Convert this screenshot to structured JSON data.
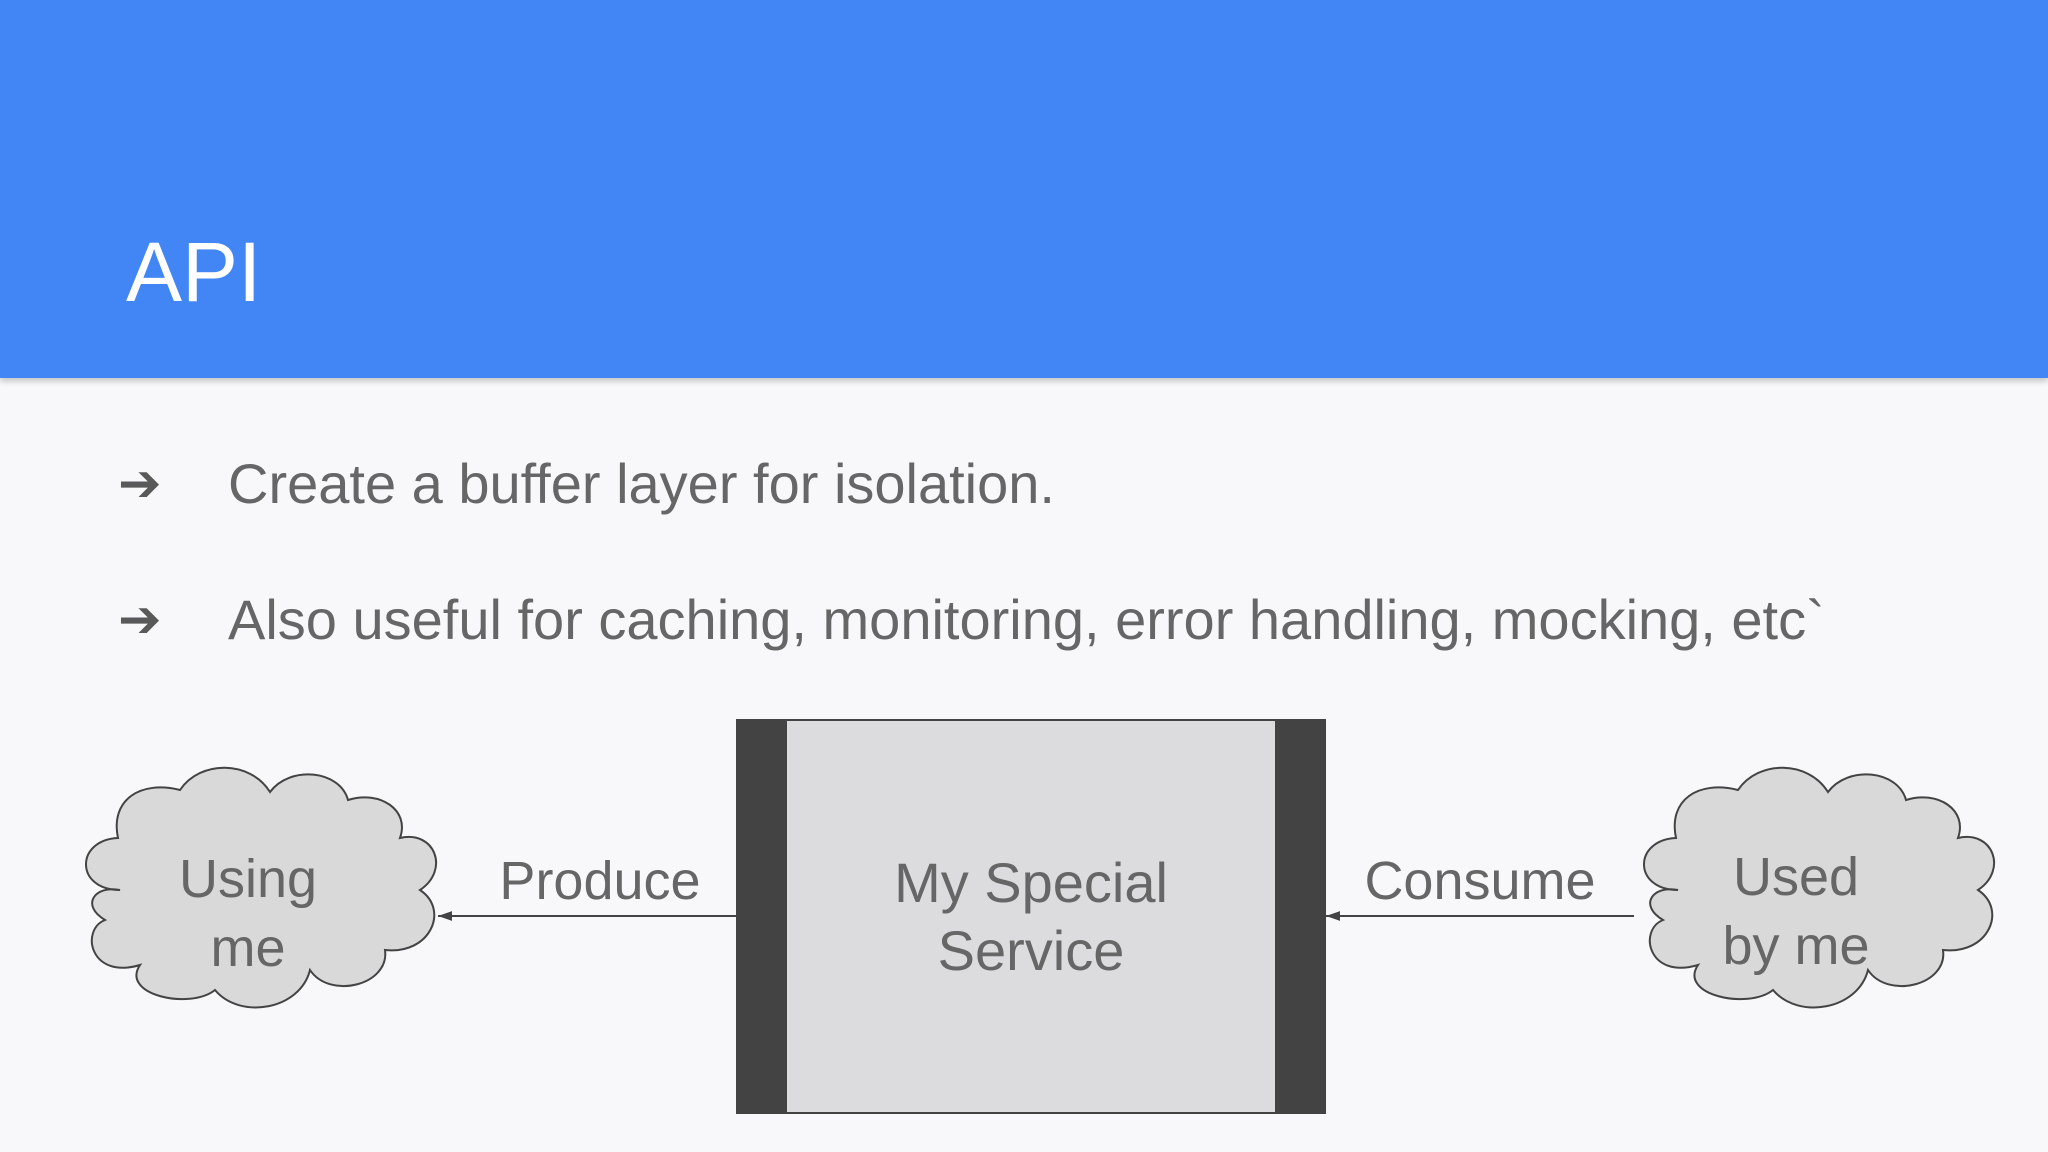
{
  "slide": {
    "title": "API",
    "bullets": [
      {
        "icon": "right-arrow-icon",
        "glyph": "➔",
        "text": "Create a buffer layer for isolation."
      },
      {
        "icon": "right-arrow-icon",
        "glyph": "➔",
        "text": "Also useful for caching, monitoring, error handling, mocking, etc`"
      }
    ]
  },
  "diagram": {
    "left_cloud": {
      "lines": [
        "Using",
        "me"
      ]
    },
    "right_cloud": {
      "lines": [
        "Used",
        "by me"
      ]
    },
    "service_box": {
      "lines": [
        "My Special",
        "Service"
      ]
    },
    "left_edge_label": "Produce",
    "right_edge_label": "Consume"
  },
  "colors": {
    "header": "#4285f4",
    "background": "#f8f8fa",
    "text": "#666666",
    "box_fill": "#dcdcdf",
    "box_bar": "#434343",
    "cloud_fill": "#d9d9d9"
  }
}
